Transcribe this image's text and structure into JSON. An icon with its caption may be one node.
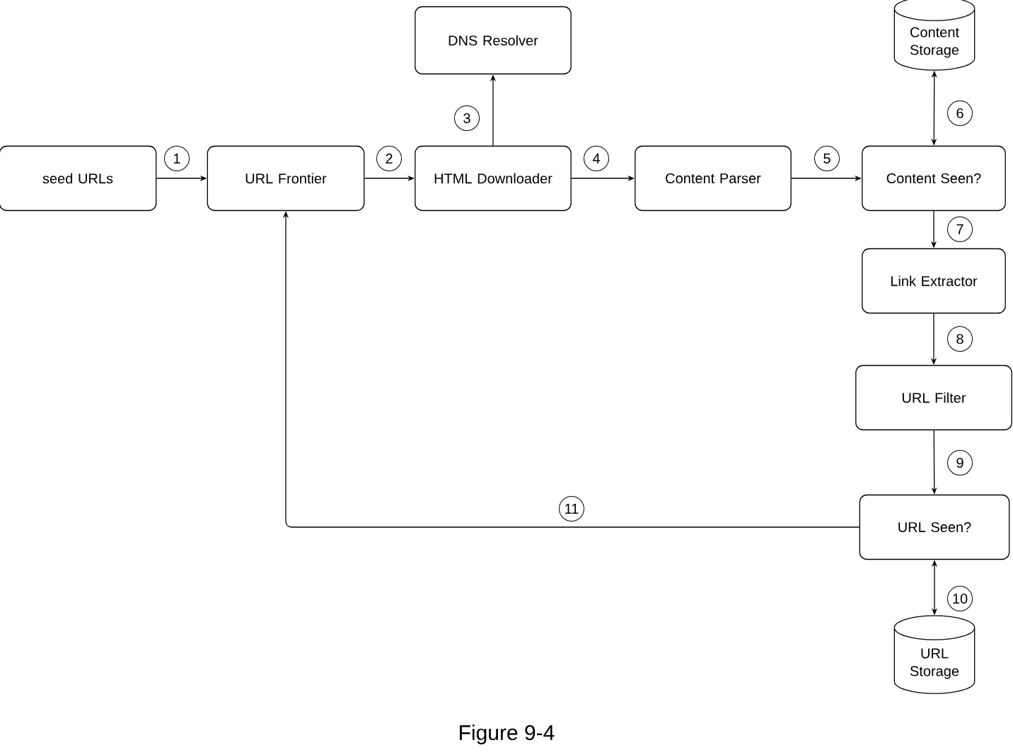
{
  "diagram": {
    "caption": "Figure 9-4",
    "nodes": [
      {
        "text": [
          "seed URLs"
        ]
      },
      {
        "text": [
          "URL Frontier"
        ]
      },
      {
        "text": [
          "HTML Downloader"
        ]
      },
      {
        "text": [
          "DNS Resolver"
        ]
      },
      {
        "text": [
          "Content Parser"
        ]
      },
      {
        "text": [
          "Content Seen?"
        ]
      },
      {
        "text": [
          "Content Storage"
        ]
      },
      {
        "text": [
          "Link Extractor"
        ]
      },
      {
        "text": [
          "URL Filter"
        ]
      },
      {
        "text": [
          "URL Seen?"
        ]
      },
      {
        "text": [
          "URL Storage"
        ]
      }
    ],
    "edges": [
      {
        "from": 0,
        "to": 1,
        "arrow": "to",
        "label": "1"
      },
      {
        "from": 1,
        "to": 2,
        "arrow": "to",
        "label": "2"
      },
      {
        "from": 2,
        "to": 3,
        "arrow": "to",
        "label": "3"
      },
      {
        "from": 2,
        "to": 4,
        "arrow": "to",
        "label": "4"
      },
      {
        "from": 4,
        "to": 5,
        "arrow": "to",
        "label": "5"
      },
      {
        "from": 5,
        "to": 6,
        "arrow": "both",
        "label": "6"
      },
      {
        "from": 5,
        "to": 7,
        "arrow": "to",
        "label": "7"
      },
      {
        "from": 7,
        "to": 8,
        "arrow": "to",
        "label": "8"
      },
      {
        "from": 8,
        "to": 9,
        "arrow": "to",
        "label": "9"
      },
      {
        "from": 9,
        "to": 10,
        "arrow": "both",
        "label": "10"
      },
      {
        "from": 9,
        "to": 1,
        "arrow": "to",
        "label": "11"
      }
    ]
  }
}
